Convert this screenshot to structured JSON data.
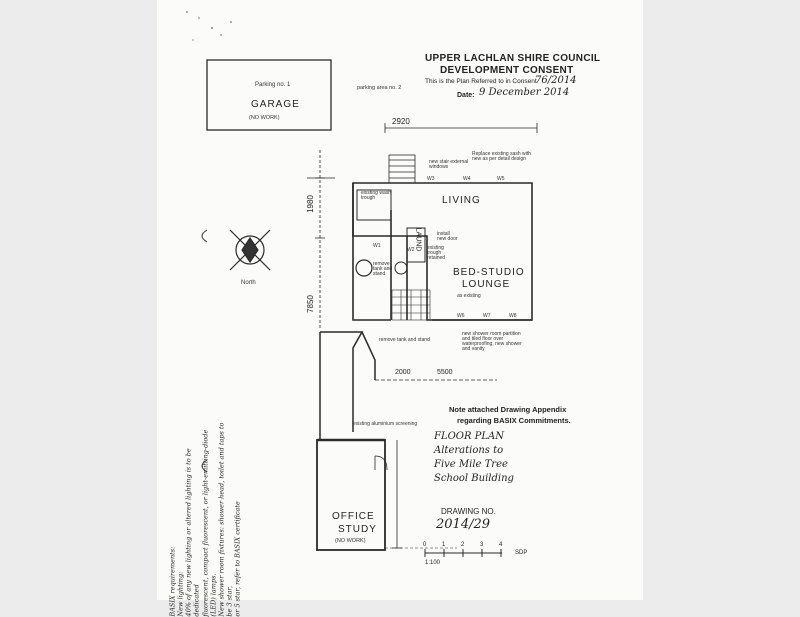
{
  "consent": {
    "council": "UPPER LACHLAN SHIRE COUNCIL",
    "title": "DEVELOPMENT CONSENT",
    "plan_ref_label": "This is the Plan Referred to in Consent",
    "plan_ref_value": "76/2014",
    "date_label": "Date:",
    "date_value": "9 December 2014"
  },
  "labels": {
    "parking1": "Parking no. 1",
    "garage": "GARAGE",
    "garage_note": "(NO WORK)",
    "parking2": "parking area no. 2",
    "north": "North",
    "living": "LIVING",
    "bed_studio": "BED-STUDIO",
    "lounge": "LOUNGE",
    "as_existing": "as existing",
    "laundry": "LAUND",
    "office": "OFFICE",
    "study": "STUDY",
    "office_note": "(NO WORK)",
    "existing_wash_trough": "existing wash trough",
    "remove_tank_stand": "remove tank and stand",
    "remove_tank_stand_2": "remove tank and stand",
    "existing_aluminium_screening": "existing aluminium screening",
    "replace_windows_note": "Replace existing sash with new as per detail design",
    "new_stair_note": "new stair external windows",
    "install_new_door": "install new door",
    "existing_trough_retained": "existing trough retained",
    "new_shower_note": "new shower room partition and tiled floor over waterproofing, new shower and vanity",
    "dim_2920": "2920",
    "dim_1980": "1980",
    "dim_7850": "7850",
    "dim_2000": "2000",
    "dim_5500": "5500",
    "windows": [
      "W3",
      "W4",
      "W5",
      "W1",
      "W2",
      "W6",
      "W7",
      "W8"
    ]
  },
  "basix": {
    "heading": "BASIX requirements:",
    "lines": [
      "New lighting:",
      "40% of any new lighting or altered lighting is to be dedicated",
      "fluorescent, compact fluorescent, or light-emitting-diode (LED) lamps.",
      "New shower room fixtures: shower head, toilet and taps to be 3 star,",
      "or 5 star, refer to BASIX certificate"
    ]
  },
  "note": {
    "line1": "Note attached Drawing Appendix",
    "line2": "regarding BASIX Commitments."
  },
  "title_block": {
    "floor_plan": "FLOOR PLAN",
    "line1": "Alterations to",
    "line2": "Five Mile Tree",
    "line3": "School Building",
    "drawing_no_label": "DRAWING NO.",
    "drawing_no": "2014/29",
    "scale_nums": [
      "0",
      "1",
      "2",
      "3",
      "4"
    ],
    "scale": "1:100",
    "scale_unit": "SDP"
  }
}
